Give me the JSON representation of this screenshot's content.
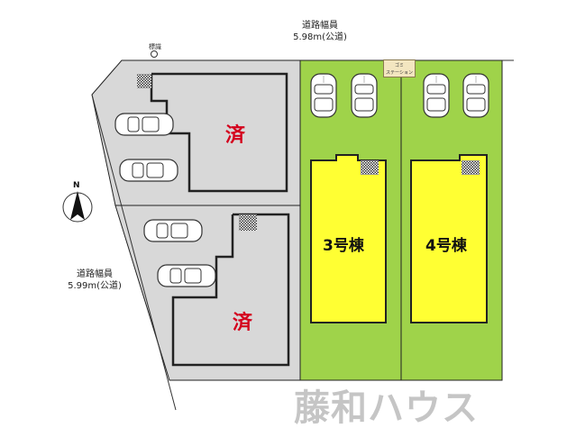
{
  "road_top": {
    "line1": "道路幅員",
    "line2": "5.98m(公道)"
  },
  "road_left": {
    "line1": "道路幅員",
    "line2": "5.99m(公道)"
  },
  "marker_label": "標識",
  "garbage_station": {
    "line1": "ゴミ",
    "line2": "ステーション"
  },
  "lots": [
    {
      "status": "済"
    },
    {
      "status": "済"
    }
  ],
  "buildings": [
    {
      "label": "3号棟"
    },
    {
      "label": "4号棟"
    }
  ],
  "compass": {
    "label": "N"
  },
  "watermark": "藤和ハウス",
  "colors": {
    "sold_lot": "#d8d8d8",
    "available_lot": "#9fd34a",
    "building": "#ffff33",
    "sold_text": "#d4001c",
    "outline": "#222222"
  }
}
